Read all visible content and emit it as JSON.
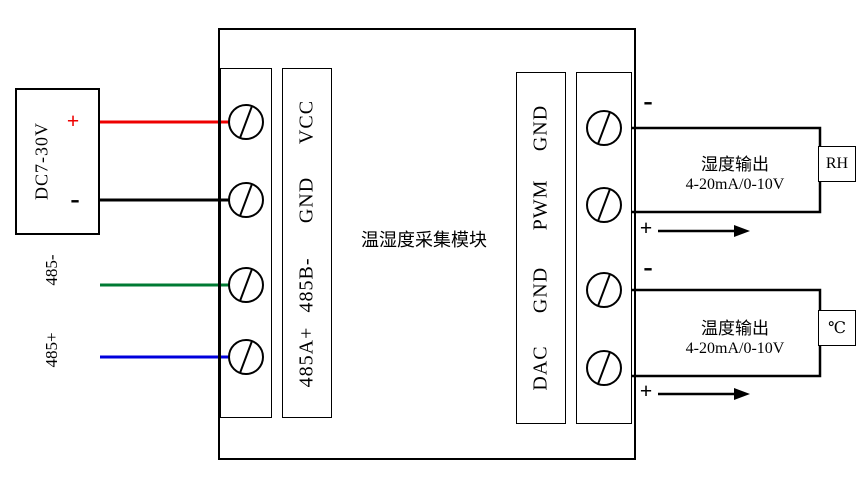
{
  "colors": {
    "wire_positive": "#ee0000",
    "wire_negative": "#000000",
    "wire_485_minus": "#007a33",
    "wire_485_plus": "#0000dd",
    "outline": "#000000"
  },
  "power_supply": {
    "label": "DC7-30V",
    "positive": "+",
    "negative": "-"
  },
  "bus_labels": {
    "rs485_minus": "485-",
    "rs485_plus": "485+"
  },
  "module": {
    "title": "温湿度采集模块",
    "left_terminals": [
      {
        "label": "VCC"
      },
      {
        "label": "GND"
      },
      {
        "label": "485B-"
      },
      {
        "label": "485A+"
      }
    ],
    "right_terminals": [
      {
        "label": "GND"
      },
      {
        "label": "PWM"
      },
      {
        "label": "GND"
      },
      {
        "label": "DAC"
      }
    ]
  },
  "outputs": [
    {
      "title": "湿度输出",
      "range": "4-20mA/0-10V",
      "unit": "RH",
      "minus": "-",
      "plus": "+"
    },
    {
      "title": "温度输出",
      "range": "4-20mA/0-10V",
      "unit": "℃",
      "minus": "-",
      "plus": "+"
    }
  ]
}
